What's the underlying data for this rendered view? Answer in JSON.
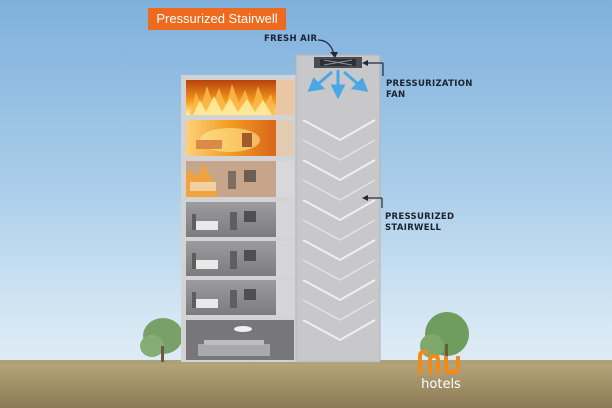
{
  "title": "Pressurized Stairwell",
  "labels": {
    "fresh_air": "FRESH AIR",
    "fan_line1": "PRESSURIZATION",
    "fan_line2": "FAN",
    "stair_line1": "PRESSURIZED",
    "stair_line2": "STAIRWELL"
  },
  "logo": {
    "word": "hotels"
  },
  "colors": {
    "title_bg": "#ee6a1e",
    "fire": "#f08a1a",
    "airflow_arrow": "#4aa7e6",
    "building": "#cfcfd1"
  },
  "floors": [
    {
      "state": "fire-intense"
    },
    {
      "state": "fire"
    },
    {
      "state": "fire-light"
    },
    {
      "state": "normal"
    },
    {
      "state": "normal"
    },
    {
      "state": "normal"
    },
    {
      "state": "lobby"
    }
  ]
}
